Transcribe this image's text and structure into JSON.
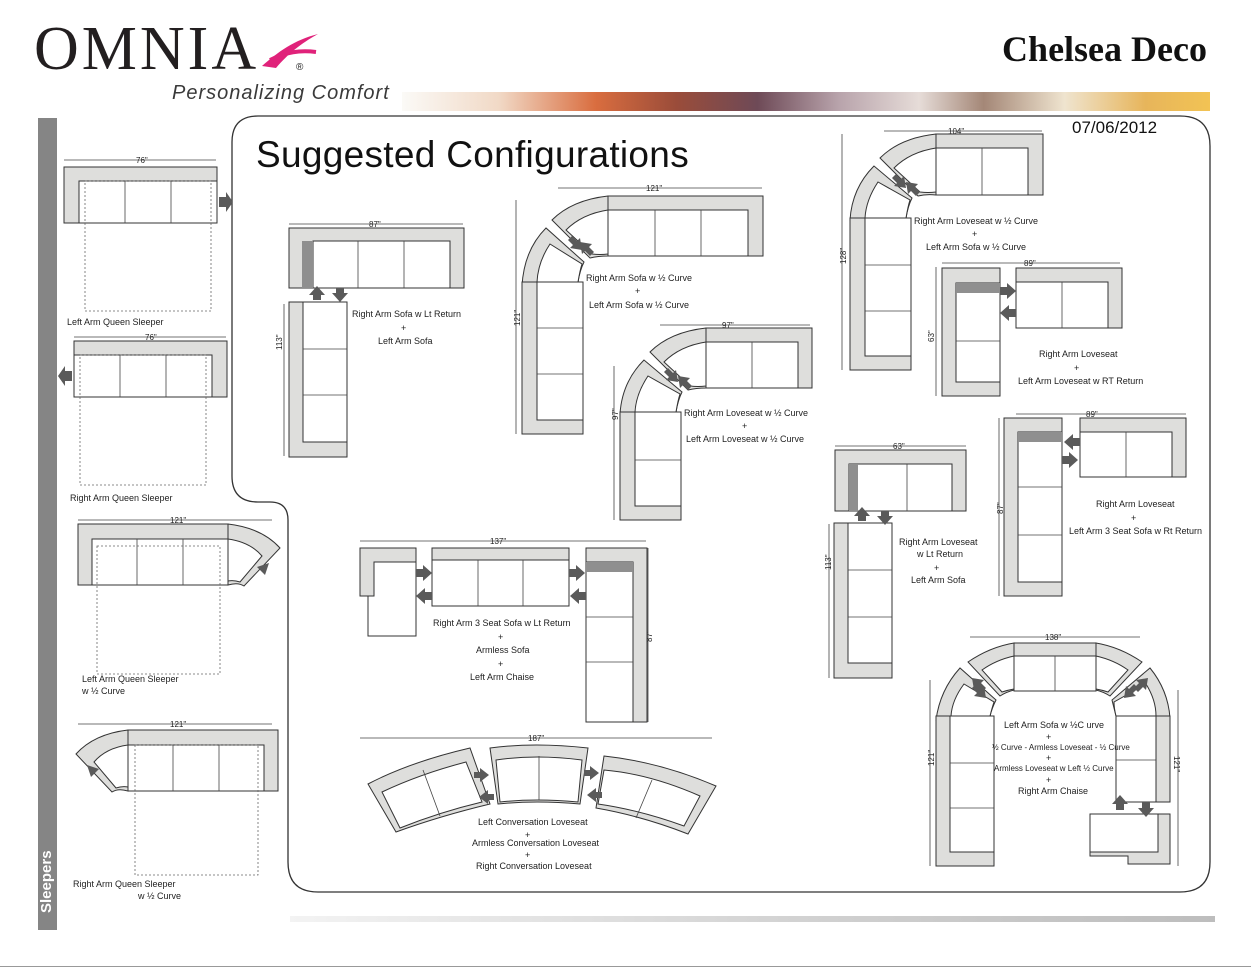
{
  "brand": {
    "name": "OMNIA",
    "tagline": "Personalizing Comfort",
    "registered": "®",
    "accent_color": "#e0227a"
  },
  "product": {
    "title": "Chelsea Deco"
  },
  "date": "07/06/2012",
  "section_title": "Suggested Configurations",
  "sidebar": {
    "label": "Sleepers",
    "color": "#858585"
  },
  "colors": {
    "piece_fill": "#dededc",
    "line": "#333333",
    "arrow": "#555555"
  },
  "dimensions": {
    "d_76": "76\"",
    "d_121": "121\"",
    "d_87": "87\"",
    "d_113": "113\"",
    "d_104": "104\"",
    "d_128": "128\"",
    "d_97": "97\"",
    "d_89": "89\"",
    "d_63": "63\"",
    "d_137": "137\"",
    "d_138": "138\"",
    "d_187": "187\""
  },
  "sleepers": {
    "left_arm_queen": "Left Arm Queen  Sleeper",
    "right_arm_queen": "Right Arm  Queen  Sleeper",
    "left_arm_queen_curve": [
      "Left Arm Queen Sleeper",
      "w ½ Curve"
    ],
    "right_arm_queen_curve": [
      "Right Arm Queen Sleeper",
      "w ½ Curve"
    ]
  },
  "configs": {
    "c1": [
      "Right Arm Sofa w Lt Return",
      "+",
      "Left Arm Sofa"
    ],
    "c2": [
      "Right Arm Sofa w ½ Curve",
      "+",
      "Left Arm Sofa w ½ Curve"
    ],
    "c3": [
      "Right Arm Loveseat w ½ Curve",
      "+",
      "Left Arm Loveseat w ½ Curve"
    ],
    "c4": [
      "Right Arm Loveseat w ½ Curve",
      "+",
      "Left Arm Sofa w ½ Curve"
    ],
    "c5": [
      "Right Arm Loveseat",
      "+",
      "Left Arm Loveseat w RT Return"
    ],
    "c6": [
      "Right Arm Loveseat",
      "+",
      "Left Arm 3 Seat Sofa w Rt Return"
    ],
    "c7": [
      "Right Arm Loveseat",
      "w Lt Return",
      "+",
      "Left Arm Sofa"
    ],
    "c8": [
      "Right Arm 3 Seat Sofa w Lt Return",
      "+",
      "Armless Sofa",
      "+",
      "Left Arm Chaise"
    ],
    "c9": [
      "Left Conversation Loveseat",
      "+",
      "Armless Conversation Loveseat",
      "+",
      "Right Conversation Loveseat"
    ],
    "c10": [
      "Left Arm  Sofa w  ½C  urve",
      "+",
      "½ Curve - Armless Loveseat - ½ Curve",
      "+",
      "Armless Loveseat  w Left ½ Curve",
      "+",
      "Right Arm Chaise"
    ]
  }
}
